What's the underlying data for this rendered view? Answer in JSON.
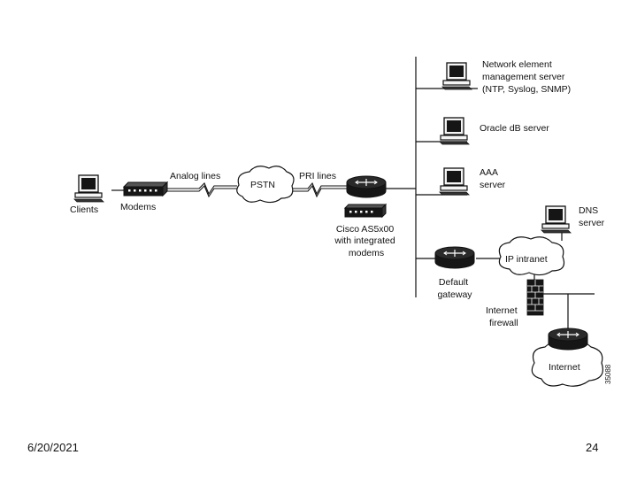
{
  "diagram": {
    "clients": "Clients",
    "modems": "Modems",
    "analog_lines": "Analog lines",
    "pstn": "PSTN",
    "pri_lines": "PRI lines",
    "cisco_line1": "Cisco AS5x00",
    "cisco_line2": "with integrated",
    "cisco_line3": "modems",
    "nems_line1": "Network element",
    "nems_line2": "management server",
    "nems_line3": "(NTP, Syslog, SNMP)",
    "oracle": "Oracle dB server",
    "aaa_line1": "AAA",
    "aaa_line2": "server",
    "dns_line1": "DNS",
    "dns_line2": "server",
    "ip_intranet": "IP intranet",
    "gateway_line1": "Default",
    "gateway_line2": "gateway",
    "firewall_line1": "Internet",
    "firewall_line2": "firewall",
    "internet": "Internet",
    "figure_id": "35088"
  },
  "footer": {
    "date": "6/20/2021",
    "page": "24"
  }
}
